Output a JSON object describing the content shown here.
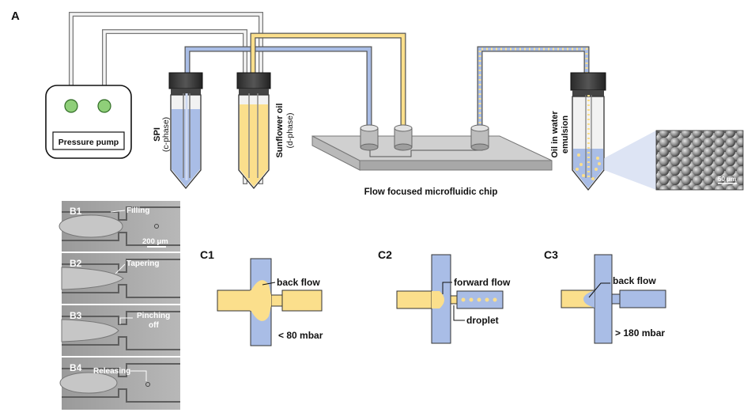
{
  "panel_label_a": "A",
  "pump": {
    "label": "Pressure pump"
  },
  "tube_spi": {
    "name": "SPI",
    "phase": "(c-phase)"
  },
  "tube_oil": {
    "name": "Sunflower oil",
    "phase": "(d-phase)"
  },
  "chip": {
    "label": "Flow focused microfluidic chip"
  },
  "tube_emulsion": {
    "line1": "Oil in water",
    "line2": "emulsion"
  },
  "micrograph": {
    "scale": "50 μm"
  },
  "b_panels": [
    {
      "id": "B1",
      "stage": "Filling",
      "scale": "200 μm"
    },
    {
      "id": "B2",
      "stage": "Tapering"
    },
    {
      "id": "B3",
      "stage_line1": "Pinching",
      "stage_line2": "off"
    },
    {
      "id": "B4",
      "stage": "Releasing"
    }
  ],
  "c_panels": [
    {
      "id": "C1",
      "flow": "back flow",
      "pressure": "< 80 mbar"
    },
    {
      "id": "C2",
      "flow": "forward flow",
      "droplet": "droplet"
    },
    {
      "id": "C3",
      "flow": "back flow",
      "pressure": "> 180 mbar"
    }
  ],
  "colors": {
    "c_phase": "#a9bde6",
    "d_phase": "#fbdf8c",
    "button_green": "#8fcf79",
    "chip_top": "#cfcfcf",
    "chip_side": "#a8a8a8"
  }
}
